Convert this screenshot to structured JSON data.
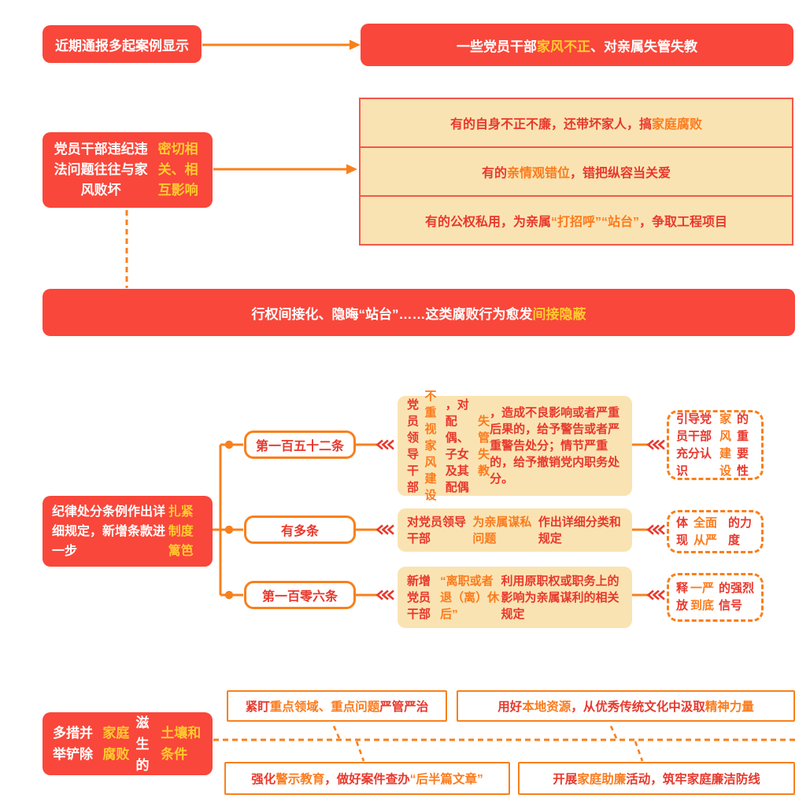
{
  "colors": {
    "red_box": "#F9473B",
    "yellow_highlight": "#FFCB2E",
    "orange_accent": "#F8801C",
    "red_text": "#E8382C",
    "orange_text": "#FB7B1D",
    "cream_fill": "#FAE3B2",
    "cream_border": "#F2574B"
  },
  "section1": {
    "source": {
      "segments": [
        {
          "t": "近期通报多起案例显示"
        }
      ]
    },
    "finding": {
      "segments": [
        {
          "t": "一些党员干部"
        },
        {
          "t": "家风不正",
          "c": "y"
        },
        {
          "t": "、对亲属失管失教"
        }
      ]
    }
  },
  "section2": {
    "cause": {
      "segments": [
        {
          "t": "党员干部违纪违法问题往往与家风败坏"
        },
        {
          "t": "密切相关、相互影响",
          "c": "y"
        }
      ]
    },
    "examples": [
      {
        "segments": [
          {
            "t": "有的自身不正不廉，还带坏家人，搞"
          },
          {
            "t": "家庭腐败",
            "c": "o"
          }
        ]
      },
      {
        "segments": [
          {
            "t": "有的"
          },
          {
            "t": "亲情观错位",
            "c": "o"
          },
          {
            "t": "，错把纵容当关爱"
          }
        ]
      },
      {
        "segments": [
          {
            "t": "有的公权私用，为亲属"
          },
          {
            "t": "“打招呼”“站台”",
            "c": "o"
          },
          {
            "t": "，争取工程项目"
          }
        ]
      }
    ],
    "banner": {
      "segments": [
        {
          "t": "行权间接化、隐晦“站台”……这类腐败行为愈发"
        },
        {
          "t": "间接隐蔽",
          "c": "y"
        }
      ]
    }
  },
  "section3": {
    "intro": {
      "segments": [
        {
          "t": "纪律处分条例作出详细规定，新增条款进一步"
        },
        {
          "t": "扎紧制度篱笆",
          "c": "y"
        }
      ]
    },
    "rows": [
      {
        "label": "第一百五十二条",
        "content": {
          "segments": [
            {
              "t": "党员领导干部"
            },
            {
              "t": "不重视家风建设",
              "c": "o"
            },
            {
              "t": "，对配偶、子女及其配偶"
            },
            {
              "t": "失管失教",
              "c": "o"
            },
            {
              "t": "，造成不良影响或者严重后果的，给予警告或者严重警告处分；情节严重的，给予撤销党内职务处分。"
            }
          ]
        },
        "note": {
          "segments": [
            {
              "t": "引导党员干部充分认识"
            },
            {
              "t": "家风建设",
              "c": "o"
            },
            {
              "t": "的重要性"
            }
          ]
        }
      },
      {
        "label": "有多条",
        "content": {
          "segments": [
            {
              "t": "对党员领导干部"
            },
            {
              "t": "为亲属谋私问题",
              "c": "o"
            },
            {
              "t": "作出详细分类和规定"
            }
          ]
        },
        "note": {
          "segments": [
            {
              "t": "体现"
            },
            {
              "t": "全面从严",
              "c": "o"
            },
            {
              "t": "的力度"
            }
          ]
        }
      },
      {
        "label": "第一百零六条",
        "content": {
          "segments": [
            {
              "t": "新增党员干部"
            },
            {
              "t": "“离职或者退（离）休后”",
              "c": "o"
            },
            {
              "t": "利用原职权或职务上的影响为亲属谋利的相关规定"
            }
          ]
        },
        "note": {
          "segments": [
            {
              "t": "释放"
            },
            {
              "t": "一严到底",
              "c": "o"
            },
            {
              "t": "的强烈信号"
            }
          ]
        }
      }
    ]
  },
  "section4": {
    "intro": {
      "segments": [
        {
          "t": "多措并举铲除"
        },
        {
          "t": "家庭腐败",
          "c": "y"
        },
        {
          "t": "滋生的"
        },
        {
          "t": "土壤和条件",
          "c": "y"
        }
      ]
    },
    "measures": [
      {
        "segments": [
          {
            "t": "紧盯"
          },
          {
            "t": "重点领域、重点问题",
            "c": "o"
          },
          {
            "t": "严管严治"
          }
        ]
      },
      {
        "segments": [
          {
            "t": "用好"
          },
          {
            "t": "本地资源",
            "c": "o"
          },
          {
            "t": "，从优秀传统文化中汲取"
          },
          {
            "t": "精神力量",
            "c": "o"
          }
        ]
      },
      {
        "segments": [
          {
            "t": "强化"
          },
          {
            "t": "警示教育",
            "c": "o"
          },
          {
            "t": "，做好案件查办"
          },
          {
            "t": "“后半篇文章”",
            "c": "o"
          }
        ]
      },
      {
        "segments": [
          {
            "t": "开展"
          },
          {
            "t": "家庭助廉",
            "c": "o"
          },
          {
            "t": "活动，筑牢家庭廉洁防线"
          }
        ]
      }
    ]
  }
}
